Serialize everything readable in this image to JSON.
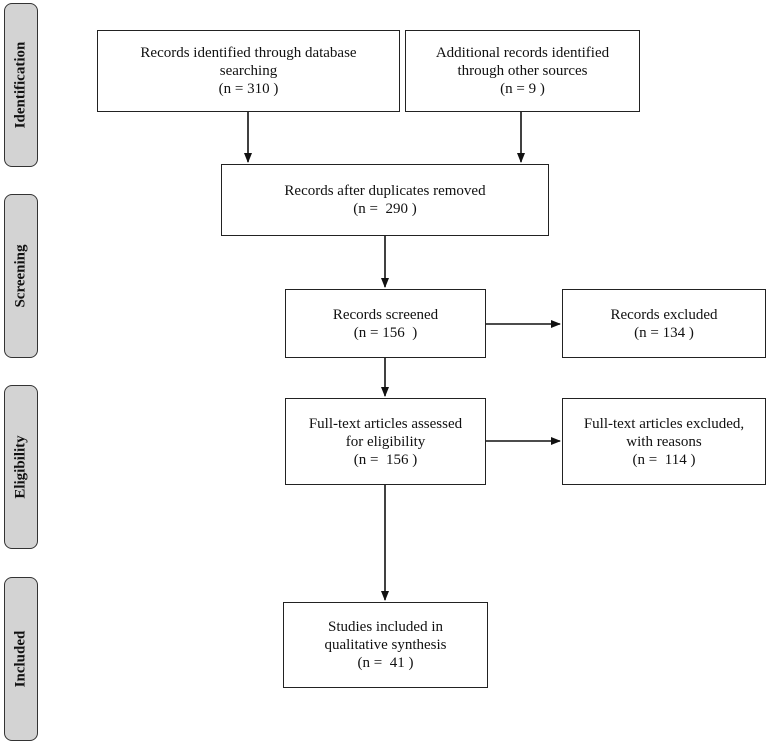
{
  "stages": {
    "identification": "Identification",
    "screening": "Screening",
    "eligibility": "Eligibility",
    "included": "Included"
  },
  "boxes": {
    "database_records": {
      "line1": "Records identified through database",
      "line2": "searching",
      "count": "(n = 310 )"
    },
    "other_records": {
      "line1": "Additional records identified",
      "line2": "through other sources",
      "count": "(n = 9 )"
    },
    "after_duplicates": {
      "line1": "Records after duplicates removed",
      "count": "(n =  290 )"
    },
    "screened": {
      "line1": "Records screened",
      "count": "(n = 156  )"
    },
    "excluded": {
      "line1": "Records excluded",
      "count": "(n = 134 )"
    },
    "fulltext_assessed": {
      "line1": "Full-text articles assessed",
      "line2": "for eligibility",
      "count": "(n =  156 )"
    },
    "fulltext_excluded": {
      "line1": "Full-text articles excluded,",
      "line2": "with reasons",
      "count": "(n =  114 )"
    },
    "included_studies": {
      "line1": "Studies included in",
      "line2": "qualitative synthesis",
      "count": "(n =  41 )"
    }
  }
}
